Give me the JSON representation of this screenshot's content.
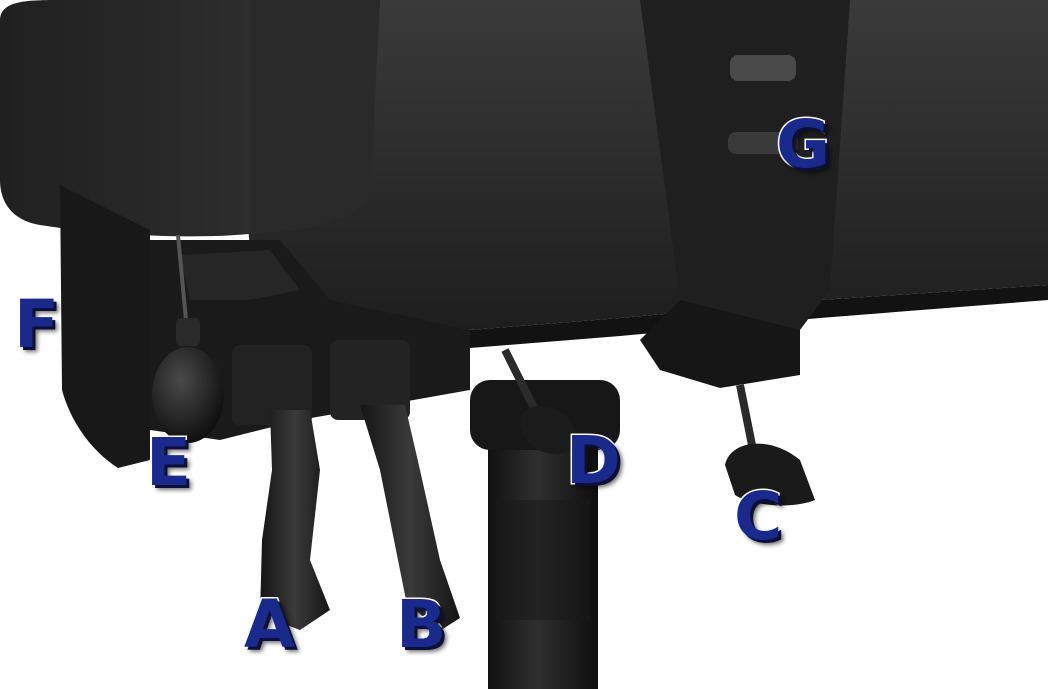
{
  "callouts": {
    "a": "A",
    "b": "B",
    "c": "C",
    "d": "D",
    "e": "E",
    "f": "F",
    "g": "G"
  },
  "colors": {
    "label_fill": "#1a2a8c",
    "label_outline": "#ffffff",
    "chair_dark": "#1c1c1c",
    "chair_mid": "#333333",
    "background": "#ffffff"
  }
}
